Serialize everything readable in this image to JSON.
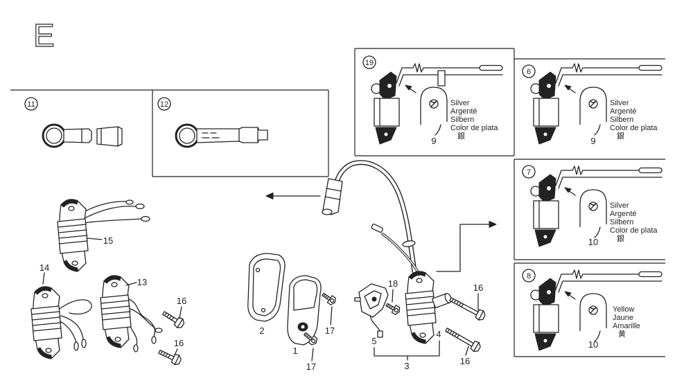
{
  "section_letter": "E",
  "line_color": "#222222",
  "background_color": "#ffffff",
  "insets": [
    {
      "badge": "11"
    },
    {
      "badge": "12"
    }
  ],
  "color_variants": [
    {
      "badge": "19",
      "part_number": "9",
      "color_names": [
        "Silver",
        "Argenté",
        "Silbern",
        "Color de plata",
        "銀"
      ]
    },
    {
      "badge": "6",
      "part_number": "9",
      "color_names": [
        "Silver",
        "Argenté",
        "Silbern",
        "Color de plata",
        "銀"
      ]
    },
    {
      "badge": "7",
      "part_number": "10",
      "color_names": [
        "Silver",
        "Argenté",
        "Silbern",
        "Color de plata",
        "銀"
      ]
    },
    {
      "badge": "8",
      "part_number": "10",
      "color_names": [
        "Yellow",
        "Jaune",
        "Amarille",
        "黄"
      ]
    }
  ],
  "callouts": [
    "15",
    "14",
    "13",
    "16",
    "16",
    "2",
    "1",
    "17",
    "17",
    "18",
    "16",
    "5",
    "4",
    "3",
    "16"
  ]
}
